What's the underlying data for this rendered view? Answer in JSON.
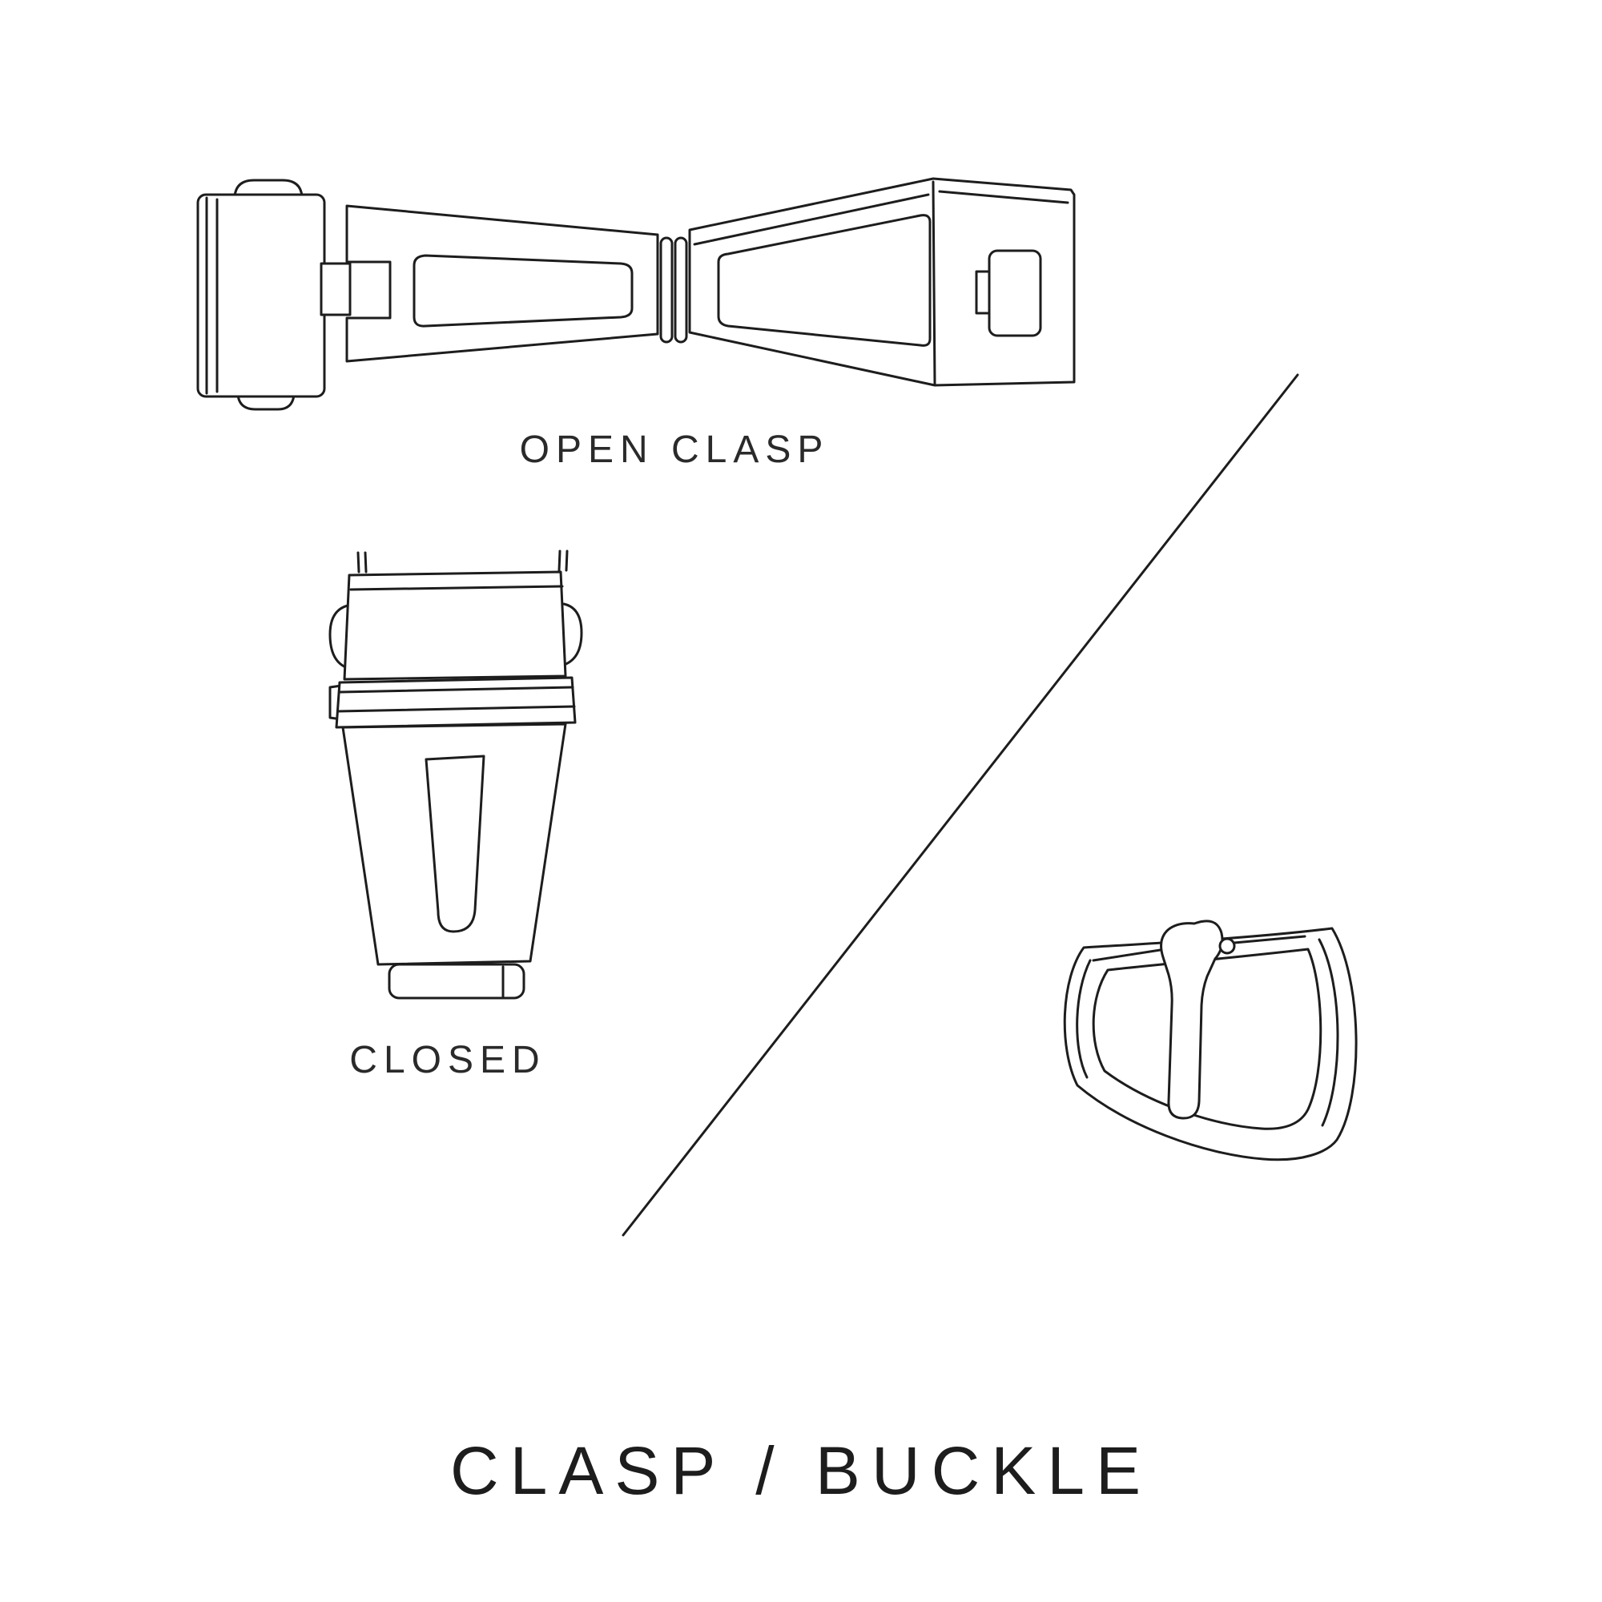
{
  "page": {
    "title": "CLASP / BUCKLE",
    "background_color": "#ffffff",
    "ink_color": "#1d1d1d"
  },
  "labels": {
    "open_clasp": "OPEN CLASP",
    "closed": "CLOSED"
  },
  "illustrations": {
    "open_clasp": "open-deployant-clasp-line-drawing",
    "closed_clasp": "closed-clasp-line-drawing",
    "buckle": "tang-buckle-line-drawing",
    "divider": "diagonal-divider-line"
  }
}
